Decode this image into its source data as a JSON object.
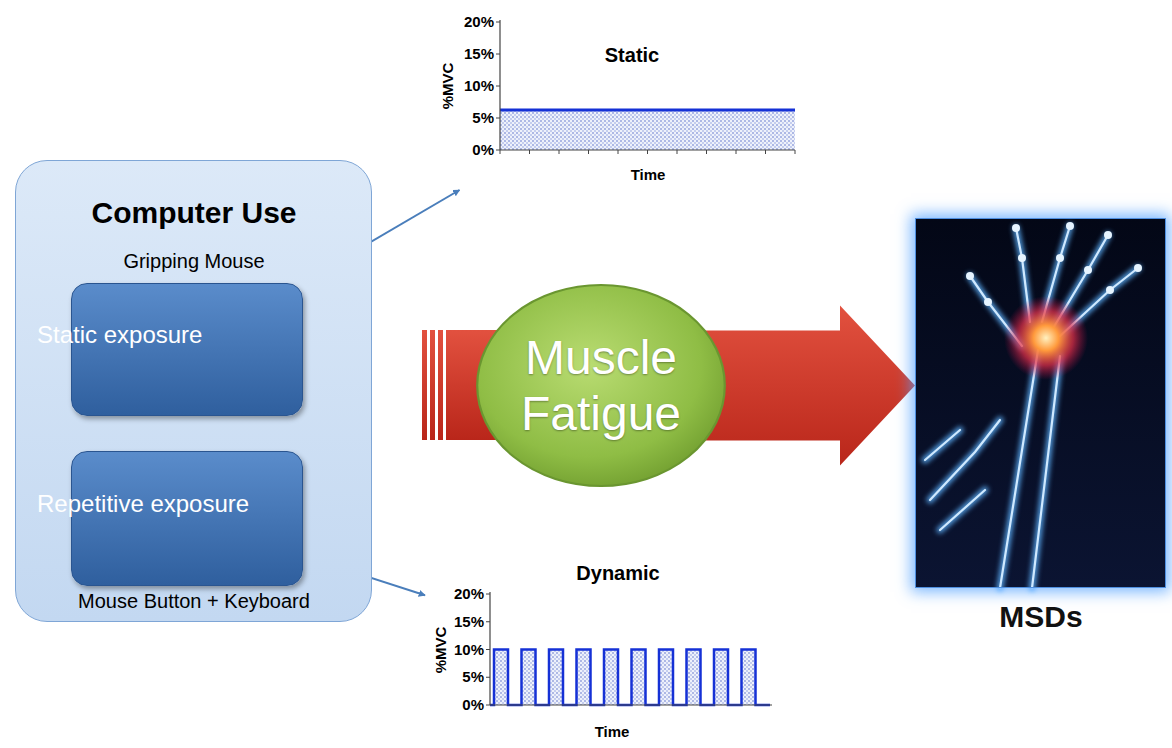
{
  "diagram": {
    "nodes": [
      {
        "text": [
          "Computer Use",
          "Gripping Mouse",
          "Mouse Button + Keyboard"
        ]
      },
      {
        "text": [
          "Static exposure"
        ],
        "in": 0
      },
      {
        "text": [
          "Repetitive exposure"
        ],
        "in": 0
      },
      {
        "text": [
          "Static"
        ]
      },
      {
        "text": [
          "Muscle Fatigue"
        ]
      },
      {
        "text": [
          "Dynamic"
        ]
      },
      {
        "text": [
          "MSDs"
        ]
      }
    ],
    "edges": [
      {
        "from": 1,
        "to": 3,
        "arrow": "to"
      },
      {
        "from": 2,
        "to": 5,
        "arrow": "to"
      },
      {
        "from": 4,
        "to": 6,
        "arrow": "to"
      }
    ],
    "labels": [
      "%MVC",
      "20%",
      "15%",
      "10%",
      "5%",
      "0%",
      "Time",
      "%MVC",
      "20%",
      "15%",
      "10%",
      "5%",
      "0%",
      "Time"
    ]
  }
}
